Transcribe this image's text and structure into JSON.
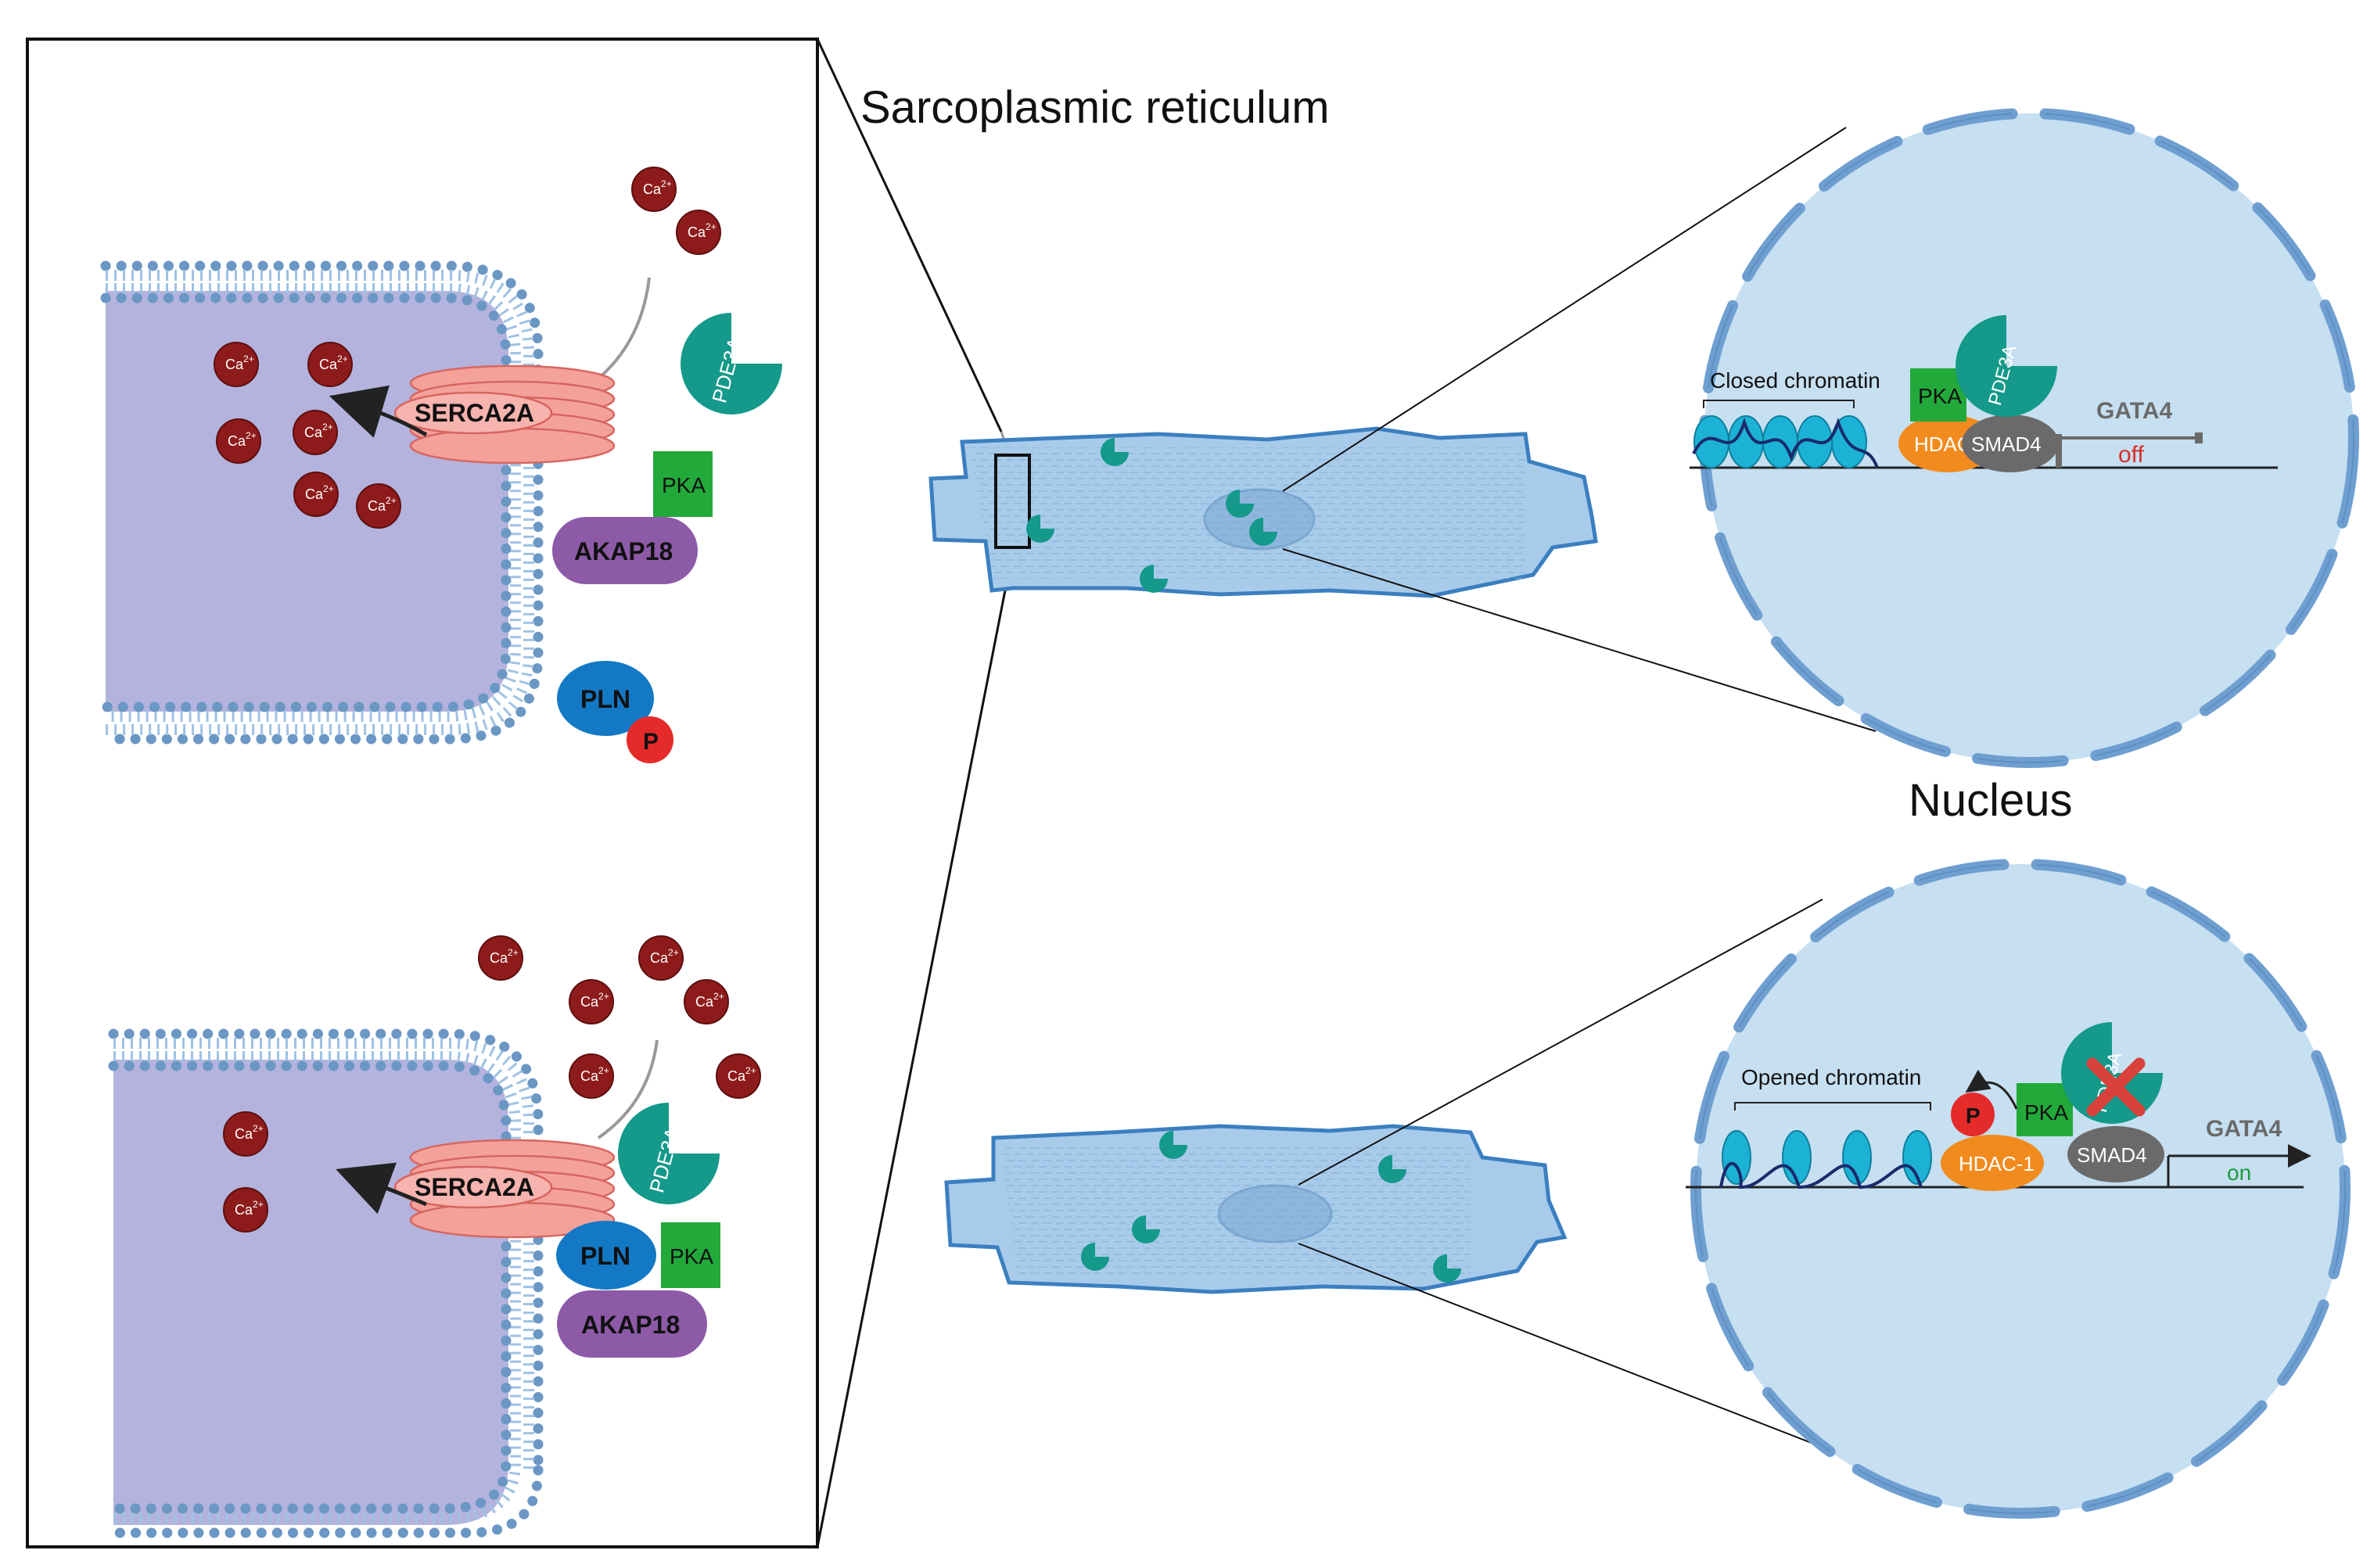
{
  "titles": {
    "sarcoplasmic_reticulum": "Sarcoplasmic reticulum",
    "nucleus": "Nucleus"
  },
  "ion": {
    "base": "Ca",
    "charge": "2+"
  },
  "proteins": {
    "serca": "SERCA2A",
    "pka": "PKA",
    "akap": "AKAP18",
    "pln": "PLN",
    "phospho": "P",
    "pde": "PDE3A",
    "hdac": "HDAC-1",
    "smad": "SMAD4"
  },
  "gene": {
    "name": "GATA4",
    "state_off": "off",
    "state_on": "on"
  },
  "chromatin": {
    "closed": "Closed chromatin",
    "opened": "Opened chromatin"
  },
  "colors": {
    "membrane_head": "#6b97c4",
    "lumen": "#b3b3dd",
    "cell": "#a9cbea",
    "cell_border": "#3b7fc0",
    "nucleus_fill": "#c6dff1",
    "nucleus_segment": "#6f9fd0",
    "serca": "#f4a19a",
    "pka": "#22a93a",
    "akap": "#8d5aa8",
    "pln": "#1479c4",
    "phospho": "#e52a2a",
    "pde": "#14998a",
    "hdac": "#f28b1e",
    "smad": "#6a6a6a",
    "calcium": "#8e1b1b",
    "off_text": "#d6302a",
    "on_text": "#1a9c3c",
    "nucleosome": "#1cb2d6",
    "inhibit_cross": "#d9413b"
  },
  "icons": {
    "arrow": "curved-arrow",
    "inhibition": "red-cross"
  }
}
